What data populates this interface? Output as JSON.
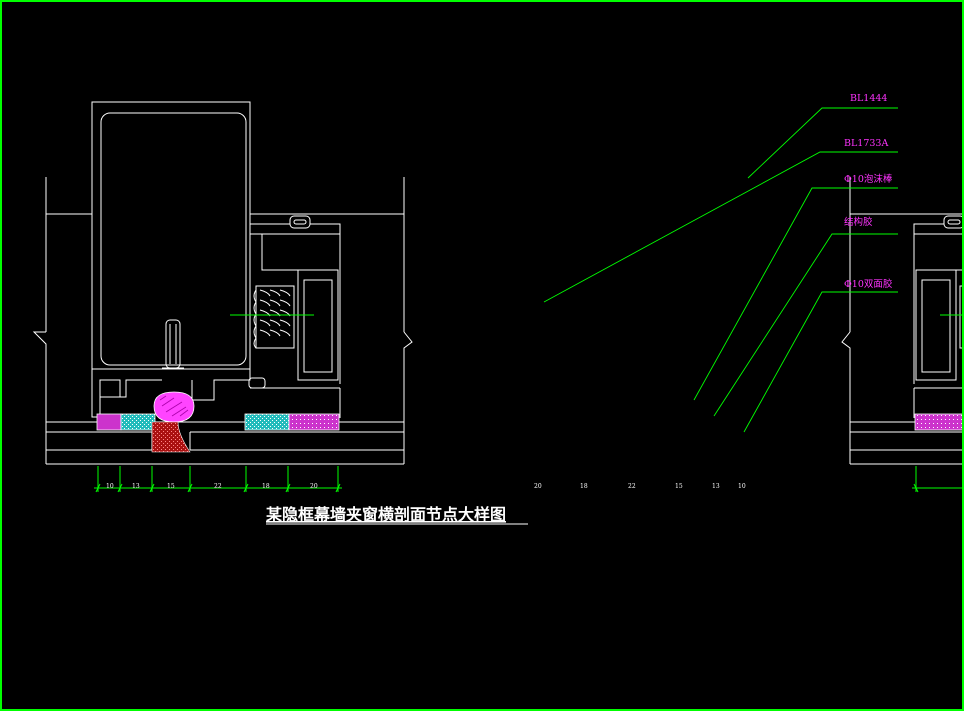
{
  "title": "某隐框幕墙夹窗横剖面节点大样图",
  "callouts": [
    "BL1444",
    "BL1733A",
    "Φ10泡沫棒",
    "结构胶",
    "Φ10双面胶"
  ],
  "dims_left": [
    "10",
    "13",
    "15",
    "22",
    "18",
    "20"
  ],
  "dims_right": [
    "20",
    "18",
    "22",
    "15",
    "13",
    "10"
  ],
  "colors": {
    "background": "#000000",
    "border": "#00ff00",
    "lines": "#ffffff",
    "leaders": "#00ff00",
    "labels": "#ff33ff",
    "sealant_magenta": "#dd22dd",
    "sealant_cyan": "#33cccc",
    "foam_rod": "#ff44ff",
    "structural_red": "#cc2222"
  }
}
